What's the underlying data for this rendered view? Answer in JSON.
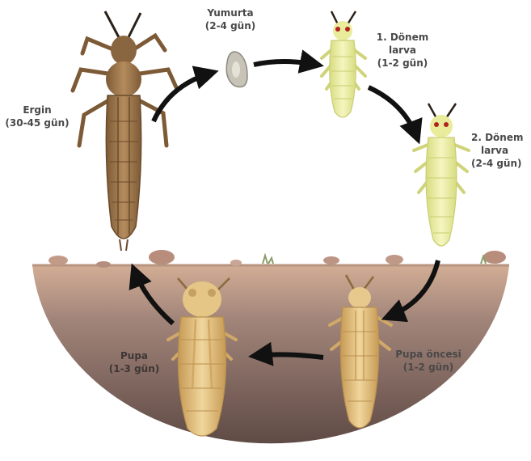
{
  "stages": [
    {
      "key": "egg",
      "name": "Yumurta",
      "duration": "(2-4 gün)"
    },
    {
      "key": "larva1",
      "name_line1": "1. Dönem",
      "name_line2": "larva",
      "duration": "(1-2 gün)"
    },
    {
      "key": "larva2",
      "name_line1": "2. Dönem",
      "name_line2": "larva",
      "duration": "(2-4 gün)"
    },
    {
      "key": "prepupa",
      "name": "Pupa öncesi",
      "duration": "(1-2 gün)"
    },
    {
      "key": "pupa",
      "name": "Pupa",
      "duration": "(1-3 gün)"
    },
    {
      "key": "adult",
      "name": "Ergin",
      "duration": "(30-45 gün)"
    }
  ],
  "colors": {
    "label_text": "#4a4848",
    "arrow": "#111111",
    "soil_light": "#c4a08a",
    "soil_dark": "#6f5750",
    "adult_body": "#a07a4e",
    "larva_body": "#eef0a8",
    "pupa_body": "#e6c88a",
    "egg": "#c4c1b4"
  },
  "icons": [
    "adult-thrips-icon",
    "egg-icon",
    "larva-icon",
    "prepupa-icon",
    "pupa-icon",
    "cycle-arrow-icon"
  ]
}
